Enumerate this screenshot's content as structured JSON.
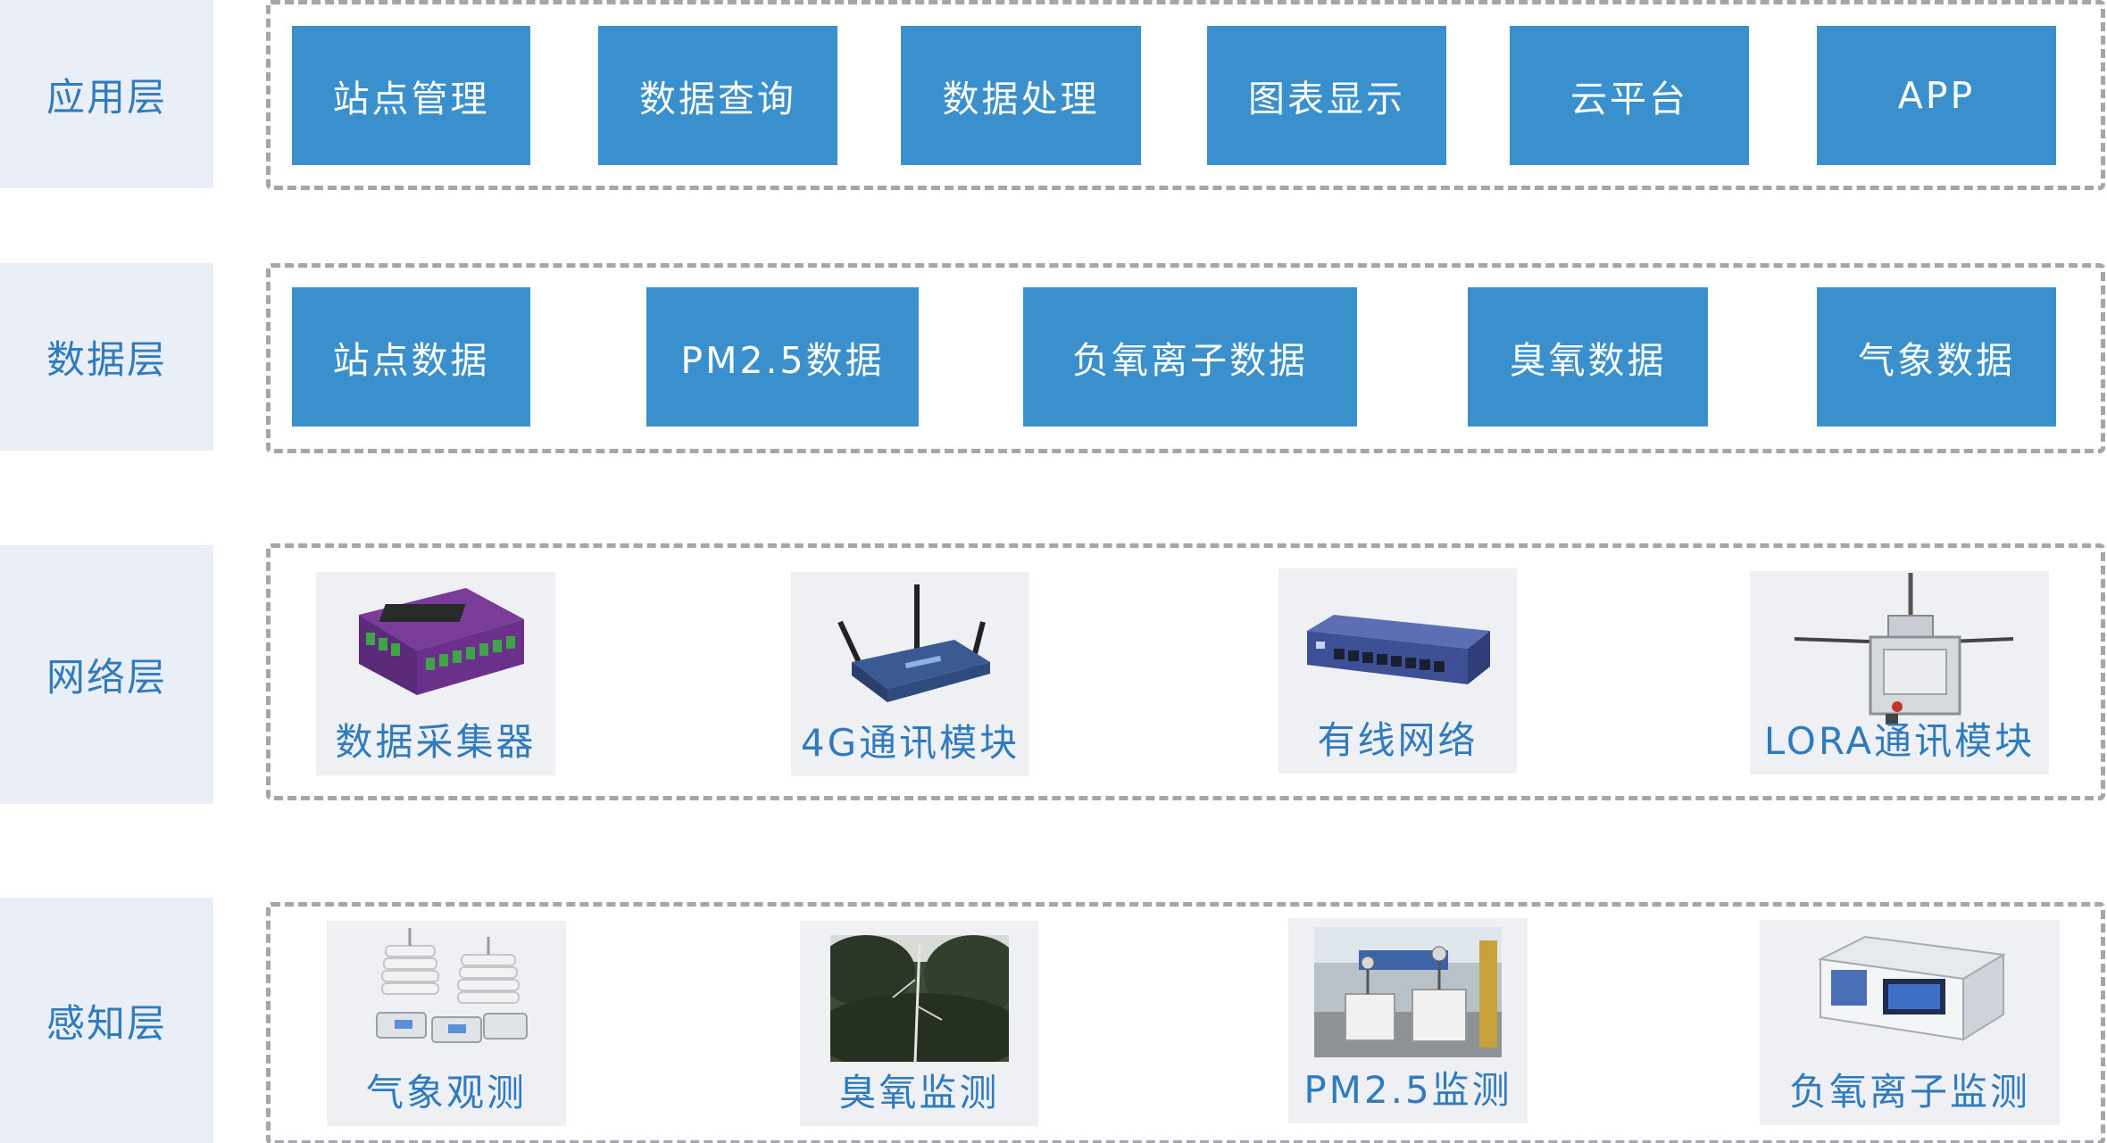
{
  "layers": {
    "application": {
      "label": "应用层",
      "items": [
        "站点管理",
        "数据查询",
        "数据处理",
        "图表显示",
        "云平台",
        "APP"
      ]
    },
    "data": {
      "label": "数据层",
      "items": [
        "站点数据",
        "PM2.5数据",
        "负氧离子数据",
        "臭氧数据",
        "气象数据"
      ]
    },
    "network": {
      "label": "网络层",
      "items": [
        {
          "label": "数据采集器",
          "icon": "data-logger-icon"
        },
        {
          "label": "4G通讯模块",
          "icon": "4g-router-icon"
        },
        {
          "label": "有线网络",
          "icon": "network-switch-icon"
        },
        {
          "label": "LORA通讯模块",
          "icon": "lora-module-icon"
        }
      ]
    },
    "sensing": {
      "label": "感知层",
      "items": [
        {
          "label": "气象观测",
          "icon": "weather-station-icon"
        },
        {
          "label": "臭氧监测",
          "icon": "ozone-monitor-photo"
        },
        {
          "label": "PM2.5监测",
          "icon": "pm25-station-photo"
        },
        {
          "label": "负氧离子监测",
          "icon": "ion-analyzer-icon"
        }
      ]
    }
  },
  "colors": {
    "label_bg": "#e9eef7",
    "label_text": "#2f7bbf",
    "box_fill": "#3a8fcd",
    "dash": "#a3a6ad"
  }
}
